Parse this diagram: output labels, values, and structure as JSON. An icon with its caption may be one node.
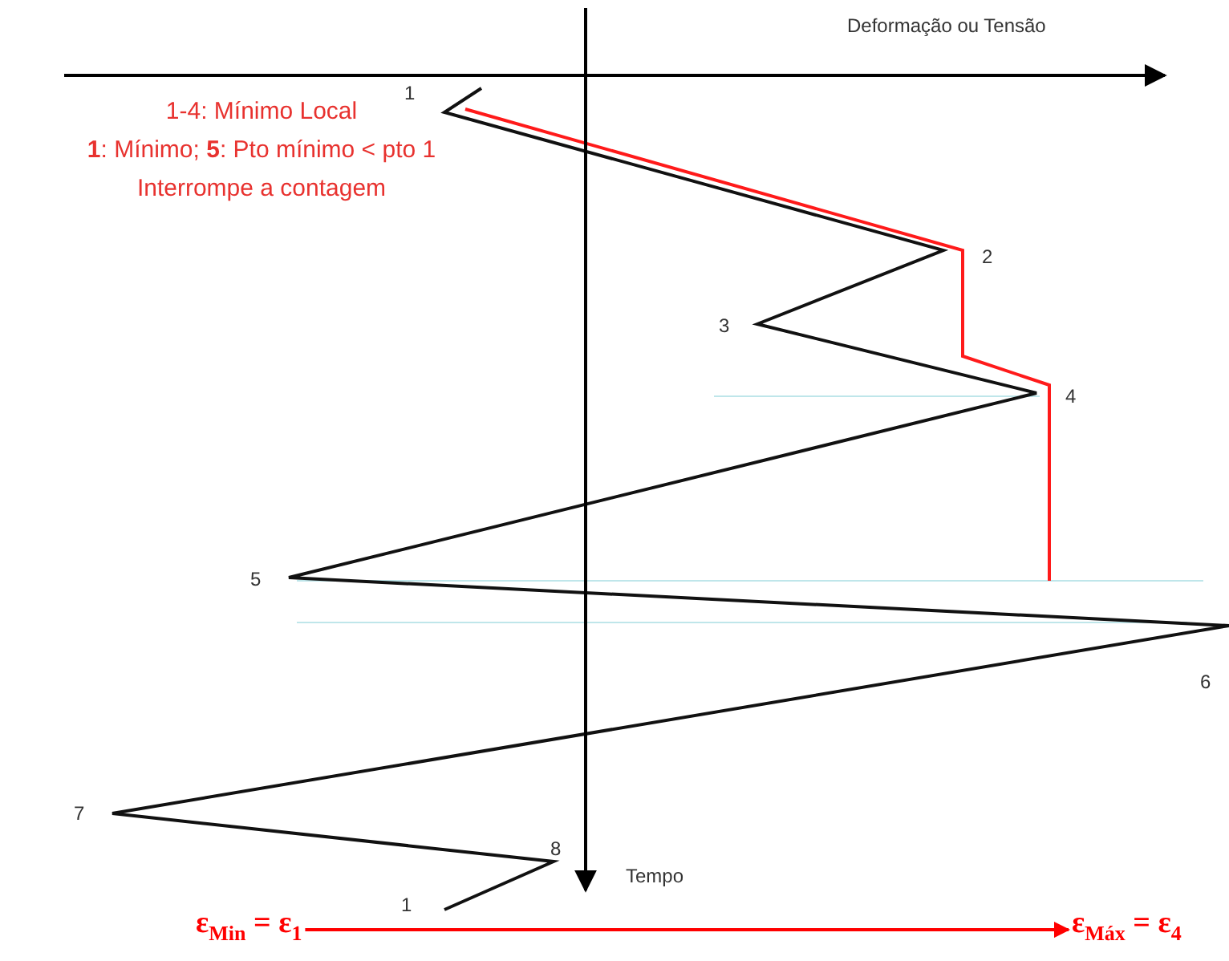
{
  "diagram": {
    "nodes": [
      {
        "text": [
          "ε$_{Min}$ = ε$_{1}$"
        ]
      },
      {
        "text": [
          "ε$_{Máx}$ = ε$_{4}$"
        ]
      }
    ],
    "edges": [
      {
        "from": 0,
        "to": 1,
        "arrow": "to",
        "color": "#ff0000"
      }
    ],
    "labels": [
      "Deformação ou Tensão",
      "1",
      "1-4: Mínimo Local",
      "**1**: Mínimo; **5**: Pto mínimo < pto 1",
      "Interrompe a contagem",
      "2",
      "3",
      "4",
      "5",
      "6",
      "7",
      "8",
      "Tempo",
      "1"
    ]
  }
}
